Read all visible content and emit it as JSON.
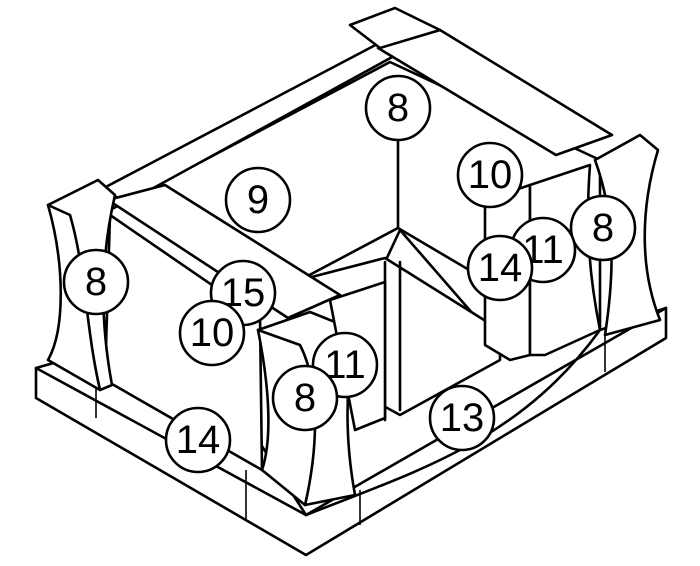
{
  "diagram": {
    "callouts": [
      {
        "id": "c1",
        "label": "8"
      },
      {
        "id": "c2",
        "label": "9"
      },
      {
        "id": "c3",
        "label": "10"
      },
      {
        "id": "c4",
        "label": "8"
      },
      {
        "id": "c5",
        "label": "11"
      },
      {
        "id": "c6",
        "label": "14"
      },
      {
        "id": "c7",
        "label": "8"
      },
      {
        "id": "c8",
        "label": "15"
      },
      {
        "id": "c9",
        "label": "10"
      },
      {
        "id": "c10",
        "label": "11"
      },
      {
        "id": "c11",
        "label": "8"
      },
      {
        "id": "c12",
        "label": "13"
      },
      {
        "id": "c13",
        "label": "14"
      }
    ]
  }
}
